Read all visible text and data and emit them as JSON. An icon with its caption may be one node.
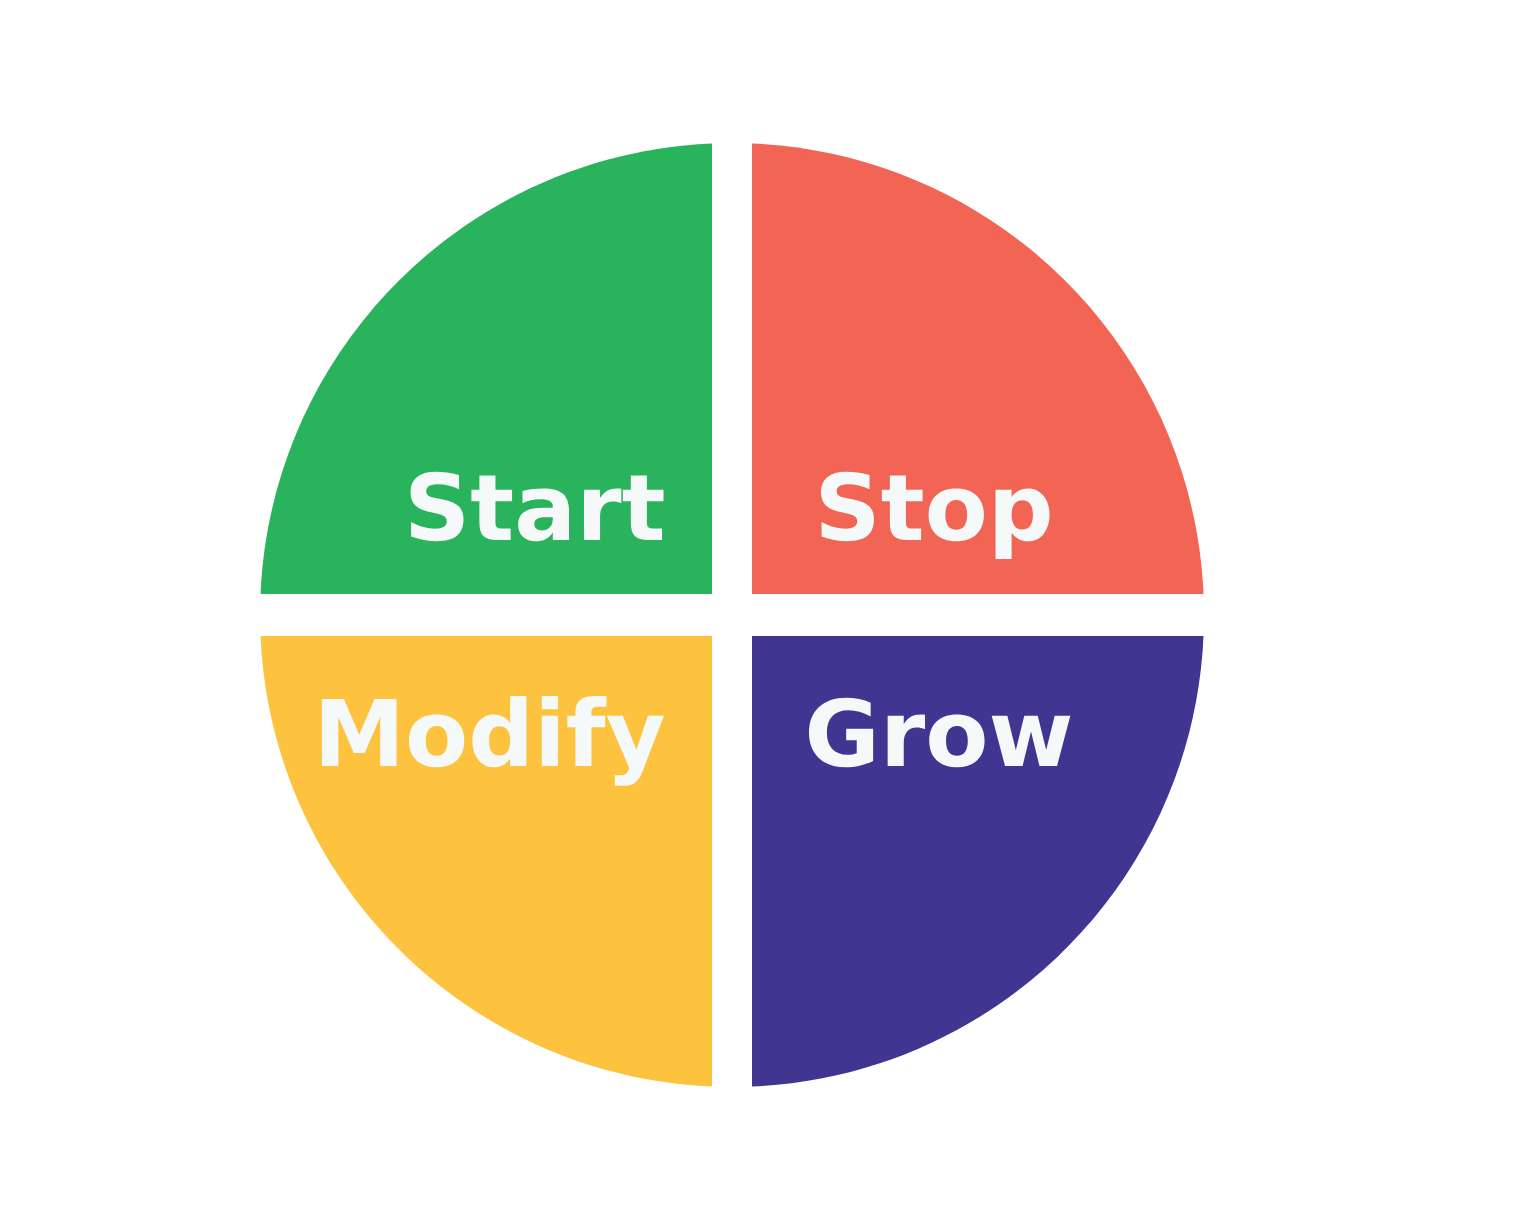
{
  "diagram": {
    "nodes": [
      {
        "text": [
          "Start"
        ]
      },
      {
        "text": [
          "Stop"
        ]
      },
      {
        "text": [
          "Modify"
        ]
      },
      {
        "text": [
          "Grow"
        ]
      }
    ]
  }
}
